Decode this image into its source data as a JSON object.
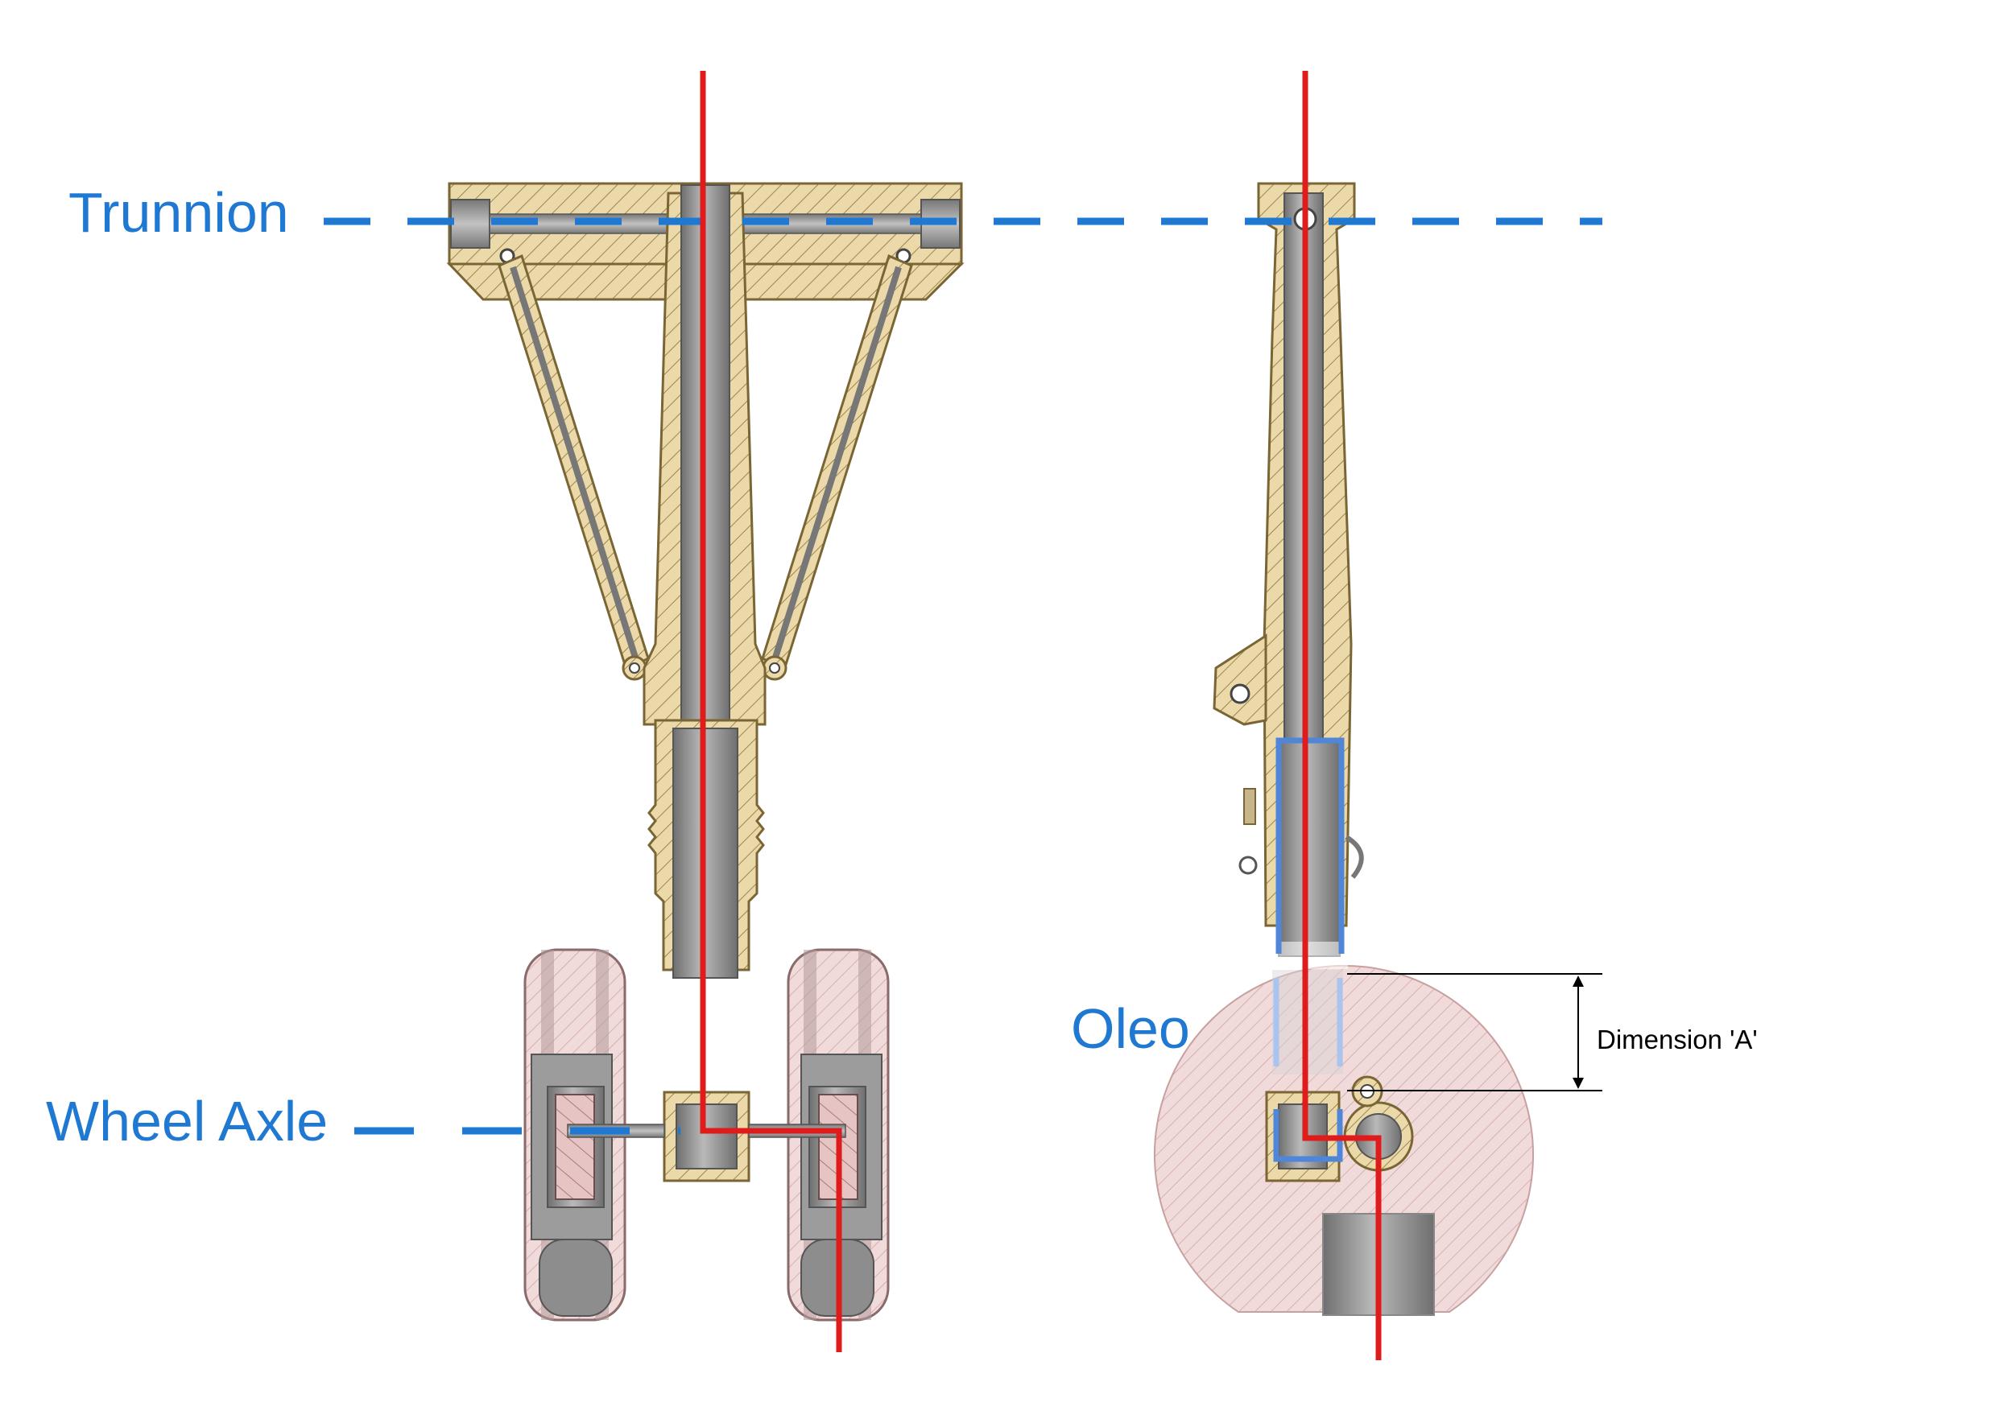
{
  "labels": {
    "trunnion": "Trunnion",
    "wheel_axle": "Wheel Axle",
    "oleo": "Oleo",
    "dimension": "Dimension 'A'"
  },
  "colors": {
    "annotation_blue": "#1f78d1",
    "load_path_red": "#e01b1b",
    "brass_section": "#ecd9a9",
    "brass_outline": "#7a6634",
    "steel_grey": "#8a8a8a",
    "tyre_pink": "#e9caca",
    "tyre_hatch": "#b88080"
  }
}
